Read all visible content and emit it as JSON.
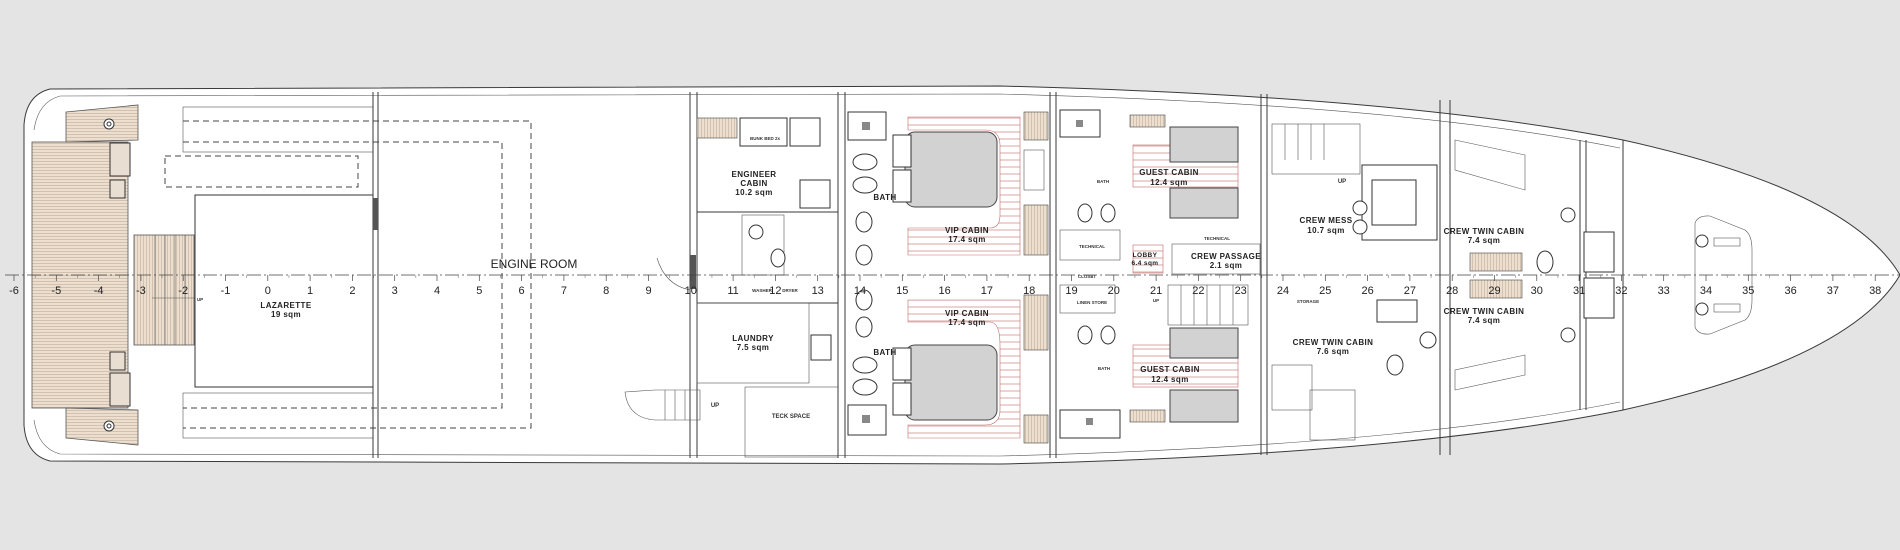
{
  "plan": {
    "engine_room": "ENGINE ROOM",
    "colors": {
      "background": "#e4e4e4",
      "hull": "#ffffff",
      "line": "#333333",
      "teak": "#e8d9c8",
      "cabin_floor_stripe": "#c46a6a",
      "bed": "#d2d2d2"
    }
  },
  "rooms": {
    "lazarette": {
      "name": "LAZARETTE",
      "area": "19 sqm"
    },
    "engineer": {
      "name1": "ENGINEER",
      "name2": "CABIN",
      "area": "10.2 sqm"
    },
    "laundry": {
      "name": "LAUNDRY",
      "area": "7.5 sqm"
    },
    "teck_space": {
      "name": "TECK SPACE"
    },
    "bath_port_upper": {
      "name": "BATH"
    },
    "bath_port_lower": {
      "name": "BATH"
    },
    "vip_upper": {
      "name": "VIP CABIN",
      "area": "17.4 sqm"
    },
    "vip_lower": {
      "name": "VIP CABIN",
      "area": "17.4 sqm"
    },
    "guest_upper": {
      "name": "GUEST CABIN",
      "area": "12.4 sqm"
    },
    "guest_lower": {
      "name": "GUEST CABIN",
      "area": "12.4 sqm"
    },
    "bath_guest_upper": {
      "name": "BATH"
    },
    "bath_guest_lower": {
      "name": "BATH"
    },
    "lobby": {
      "name": "LOBBY",
      "area": "6.4 sqm"
    },
    "technical": {
      "name": "TECHNICAL"
    },
    "technical2": {
      "name": "TECHNICAL"
    },
    "closet": {
      "name": "CLOSET"
    },
    "linen_store": {
      "name": "LINEN STORE"
    },
    "crew_passage": {
      "name": "CREW PASSAGE",
      "area": "2.1 sqm"
    },
    "crew_mess": {
      "name": "CREW MESS",
      "area": "10.7 sqm"
    },
    "crew_twin_1": {
      "name": "CREW TWIN CABIN",
      "area": "7.4 sqm"
    },
    "crew_twin_2": {
      "name": "CREW TWIN CABIN",
      "area": "7.4 sqm"
    },
    "crew_twin_3": {
      "name": "CREW TWIN CABIN",
      "area": "7.6 sqm"
    },
    "storage": {
      "name": "STORAGE"
    }
  },
  "small_labels": {
    "bunk_bed": "BUNK BED 2x",
    "washer": "WASHER",
    "dryer": "DRYER",
    "up_stern": "UP",
    "up_engine": "UP",
    "up_crew": "UP",
    "up_lobby": "UP"
  },
  "frames": [
    "-6",
    "-5",
    "-4",
    "-3",
    "-2",
    "-1",
    "0",
    "1",
    "2",
    "3",
    "4",
    "5",
    "6",
    "7",
    "8",
    "9",
    "10",
    "11",
    "12",
    "13",
    "14",
    "15",
    "16",
    "17",
    "18",
    "19",
    "20",
    "21",
    "22",
    "23",
    "24",
    "25",
    "26",
    "27",
    "28",
    "29",
    "30",
    "31",
    "32",
    "33",
    "34",
    "35",
    "36",
    "37",
    "38"
  ]
}
